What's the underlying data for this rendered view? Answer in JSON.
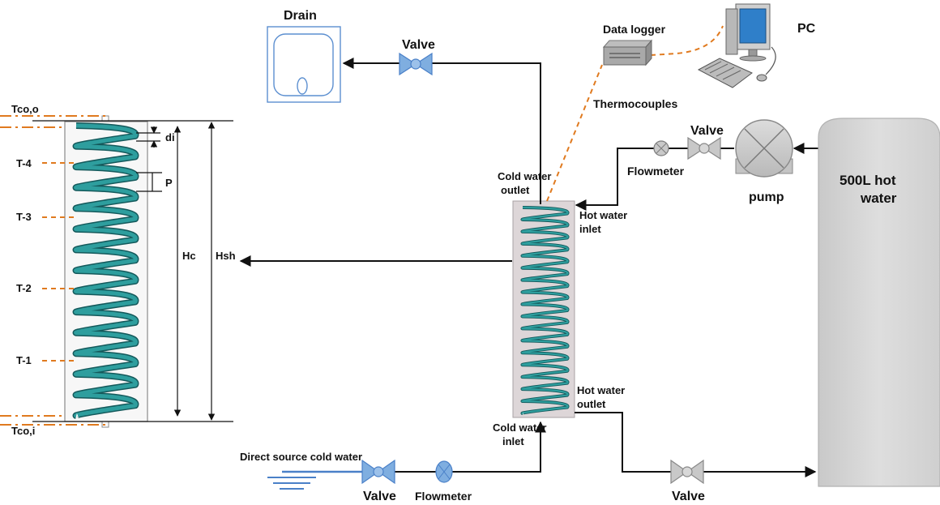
{
  "labels": {
    "drain": "Drain",
    "valve_top": "Valve",
    "data_logger": "Data logger",
    "pc": "PC",
    "thermocouples": "Thermocouples",
    "valve_pump": "Valve",
    "flowmeter_pump": "Flowmeter",
    "pump": "pump",
    "tank_line1": "500L hot",
    "tank_line2": "water",
    "cold_out_1": "Cold water",
    "cold_out_2": "outlet",
    "hot_in_1": "Hot water",
    "hot_in_2": "inlet",
    "hot_out_1": "Hot water",
    "hot_out_2": "outlet",
    "cold_in_1": "Cold water",
    "cold_in_2": "inlet",
    "direct_source": "Direct source cold water",
    "valve_bottom_left": "Valve",
    "flowmeter_bottom": "Flowmeter",
    "valve_bottom_right": "Valve",
    "t_co_o": "Tco,o",
    "t4": "T-4",
    "t3": "T-3",
    "t2": "T-2",
    "t1": "T-1",
    "t_co_i": "Tco,i",
    "di": "di",
    "p": "P",
    "hc": "Hc",
    "hsh": "Hsh"
  },
  "colors": {
    "pipe": "#111111",
    "coil": "#2e9e9e",
    "coil_dark": "#14595b",
    "orange": "#e07a1f",
    "valve_blue": "#7faee0",
    "valve_grey": "#c8c8c8",
    "tank": "#d4d4d4",
    "water_blue": "#4a80c8"
  },
  "icons": [
    "drain-icon",
    "valve-icon",
    "data-logger-icon",
    "pc-icon",
    "flowmeter-icon",
    "pump-icon",
    "tank-icon",
    "water-source-icon"
  ]
}
